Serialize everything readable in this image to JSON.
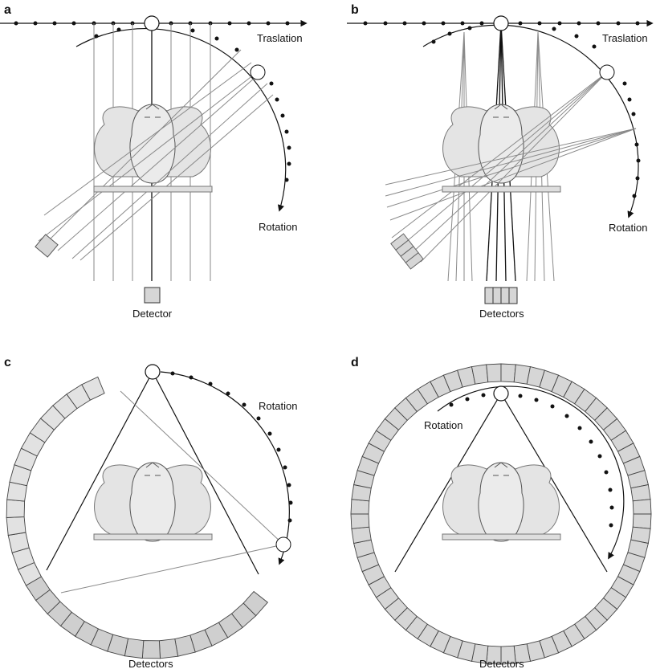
{
  "figure": {
    "panels": [
      {
        "letter": "a",
        "traslation_label": "Traslation",
        "rotation_label": "Rotation",
        "detector_label": "Detector"
      },
      {
        "letter": "b",
        "traslation_label": "Traslation",
        "rotation_label": "Rotation",
        "detector_label": "Detectors"
      },
      {
        "letter": "c",
        "rotation_label": "Rotation",
        "detector_label": "Detectors"
      },
      {
        "letter": "d",
        "rotation_label": "Rotation",
        "detector_label": "Detectors"
      }
    ]
  },
  "colors": {
    "line": "#111111",
    "gray_line": "#8a8a8a",
    "body_fill": "#e4e4e4",
    "detector_fill": "#d6d6d6",
    "table_fill": "#dedede"
  }
}
